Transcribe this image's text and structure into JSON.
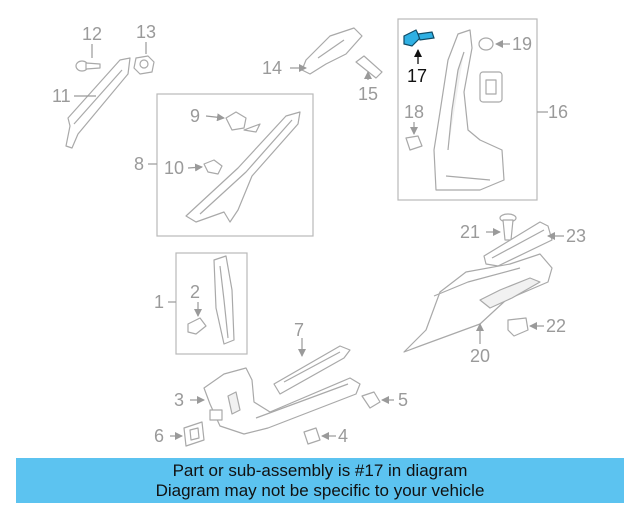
{
  "callouts": {
    "c1": "1",
    "c2": "2",
    "c3": "3",
    "c4": "4",
    "c5": "5",
    "c6": "6",
    "c7": "7",
    "c8": "8",
    "c9": "9",
    "c10": "10",
    "c11": "11",
    "c12": "12",
    "c13": "13",
    "c14": "14",
    "c15": "15",
    "c16": "16",
    "c17": "17",
    "c18": "18",
    "c19": "19",
    "c20": "20",
    "c21": "21",
    "c22": "22",
    "c23": "23"
  },
  "highlighted_part": "17",
  "colors": {
    "banner": "#5cc3f0",
    "highlight_part": "#2fb0e3",
    "line_art": "#a9a9a9",
    "callout_text": "#9a9a9a"
  },
  "banner": {
    "line1": "Part or sub-assembly is #17 in diagram",
    "line2": "Diagram may not be specific to your vehicle"
  }
}
